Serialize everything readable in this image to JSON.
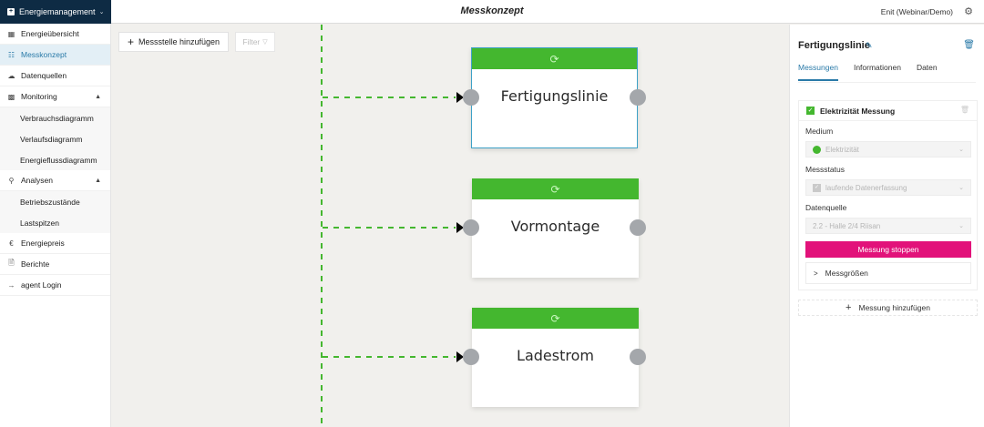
{
  "header": {
    "app_menu": "Energiemanagement",
    "title": "Messkonzept",
    "user": "Enit (Webinar/Demo)"
  },
  "sidebar": {
    "items": [
      {
        "label": "Energieübersicht",
        "icon": "dashboard-icon"
      },
      {
        "label": "Messkonzept",
        "icon": "hierarchy-icon",
        "active": true
      },
      {
        "label": "Datenquellen",
        "icon": "cloud-icon"
      },
      {
        "label": "Monitoring",
        "icon": "chart-icon",
        "expanded": true,
        "children": [
          "Verbrauchsdiagramm",
          "Verlaufsdiagramm",
          "Energieflussdiagramm"
        ]
      },
      {
        "label": "Analysen",
        "icon": "search-icon",
        "expanded": true,
        "children": [
          "Betriebszustände",
          "Lastspitzen"
        ]
      },
      {
        "label": "Energiepreis",
        "icon": "euro-icon"
      },
      {
        "label": "Berichte",
        "icon": "document-icon"
      },
      {
        "label": "agent Login",
        "icon": "login-arrow-icon"
      }
    ]
  },
  "toolbar": {
    "add_label": "Messstelle hinzufügen",
    "filter_label": "Filter"
  },
  "nodes": [
    {
      "label": "Fertigungslinie",
      "selected": true
    },
    {
      "label": "Vormontage"
    },
    {
      "label": "Ladestrom"
    }
  ],
  "colors": {
    "node_header": "#44b72f",
    "connector": "#44b72f",
    "accent": "#2a7aa8",
    "stop_button": "#e2127a",
    "brand": "#0e2b44"
  },
  "panel": {
    "title": "Fertigungslinie",
    "tabs": [
      "Messungen",
      "Informationen",
      "Daten"
    ],
    "active_tab": "Messungen",
    "measurement": {
      "title": "Elektrizität Messung",
      "checked": true,
      "medium_label": "Medium",
      "medium_value": "Elektrizität",
      "status_label": "Messstatus",
      "status_value": "laufende Datenerfassung",
      "source_label": "Datenquelle",
      "source_value": "2.2 - Halle 2/4 Riisan",
      "stop_label": "Messung stoppen",
      "quantities_label": "Messgrößen"
    },
    "add_measurement_label": "Messung hinzufügen"
  }
}
